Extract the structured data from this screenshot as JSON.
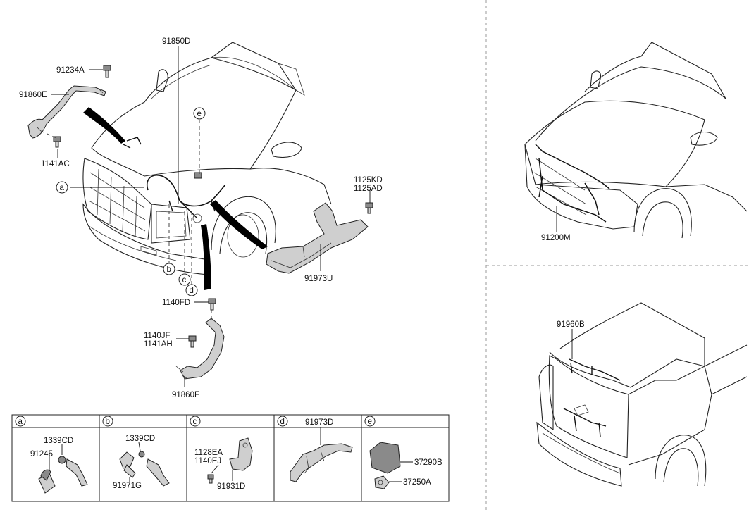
{
  "main_diagram": {
    "labels": {
      "p91850D": "91850D",
      "p91234A": "91234A",
      "p91860E": "91860E",
      "p1141AC": "1141AC",
      "p1125KD": "1125KD",
      "p1125AD": "1125AD",
      "p91973U": "91973U",
      "p1140FD": "1140FD",
      "p1140JF": "1140JF",
      "p1141AH": "1141AH",
      "p91860F": "91860F"
    },
    "callouts": {
      "a": "a",
      "b": "b",
      "c": "c",
      "d": "d",
      "e": "e"
    }
  },
  "right_top": {
    "label": "91200M"
  },
  "right_bottom": {
    "label": "91960B"
  },
  "detail_table": {
    "headers": [
      {
        "letter": "a",
        "text": ""
      },
      {
        "letter": "b",
        "text": ""
      },
      {
        "letter": "c",
        "text": ""
      },
      {
        "letter": "d",
        "text": "91973D"
      },
      {
        "letter": "e",
        "text": ""
      }
    ],
    "cells": {
      "a": [
        "1339CD",
        "91245"
      ],
      "b": [
        "1339CD",
        "91971G"
      ],
      "c": [
        "1128EA",
        "1140EJ",
        "91931D"
      ],
      "e": [
        "37290B",
        "37250A"
      ]
    }
  }
}
